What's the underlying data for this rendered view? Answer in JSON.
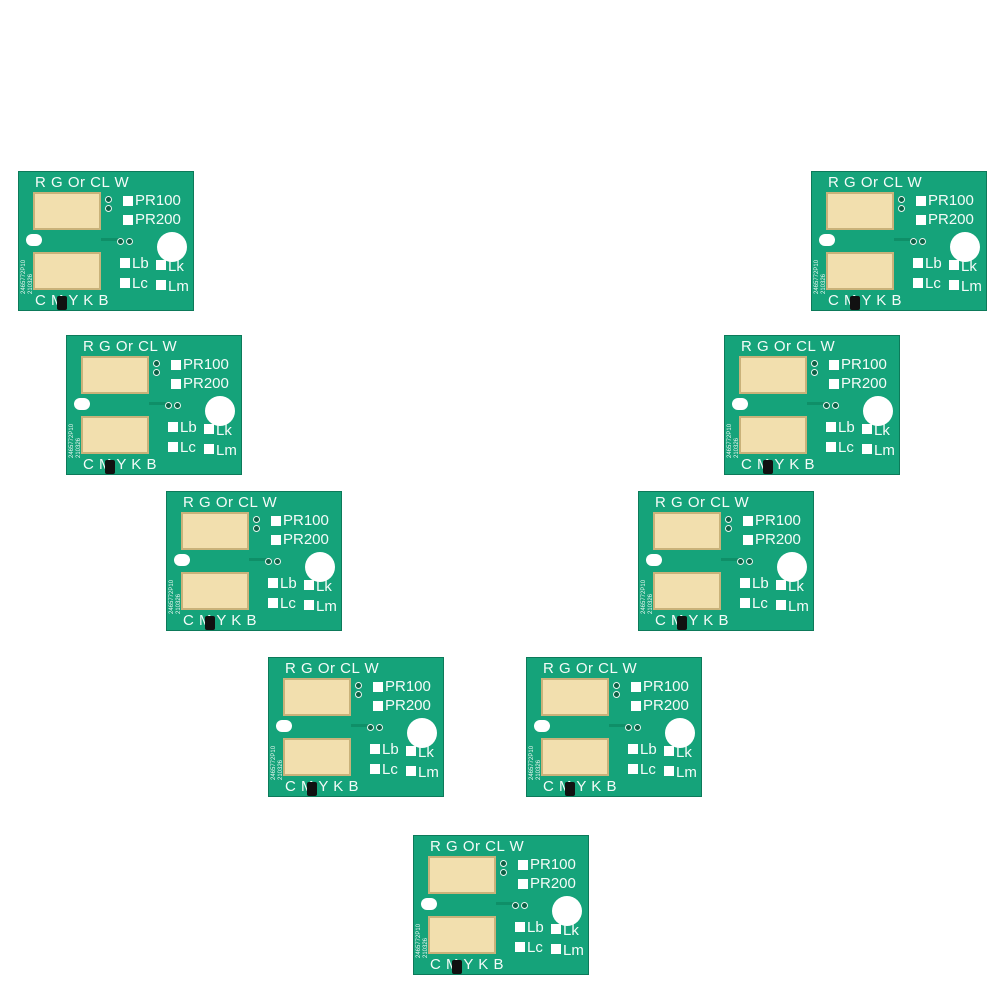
{
  "chip": {
    "top_labels": "R G Or CL W",
    "pr100": "PR100",
    "pr200": "PR200",
    "lb": "Lb",
    "lc": "Lc",
    "lk": "Lk",
    "lm": "Lm",
    "bottom_labels": "C M Y K B",
    "code_line1": "2465772P10",
    "code_line2": "210326"
  },
  "chip_count": 9,
  "colors": {
    "board": "#15a37a",
    "pad": "#f2dfae",
    "background": "#ffffff"
  }
}
